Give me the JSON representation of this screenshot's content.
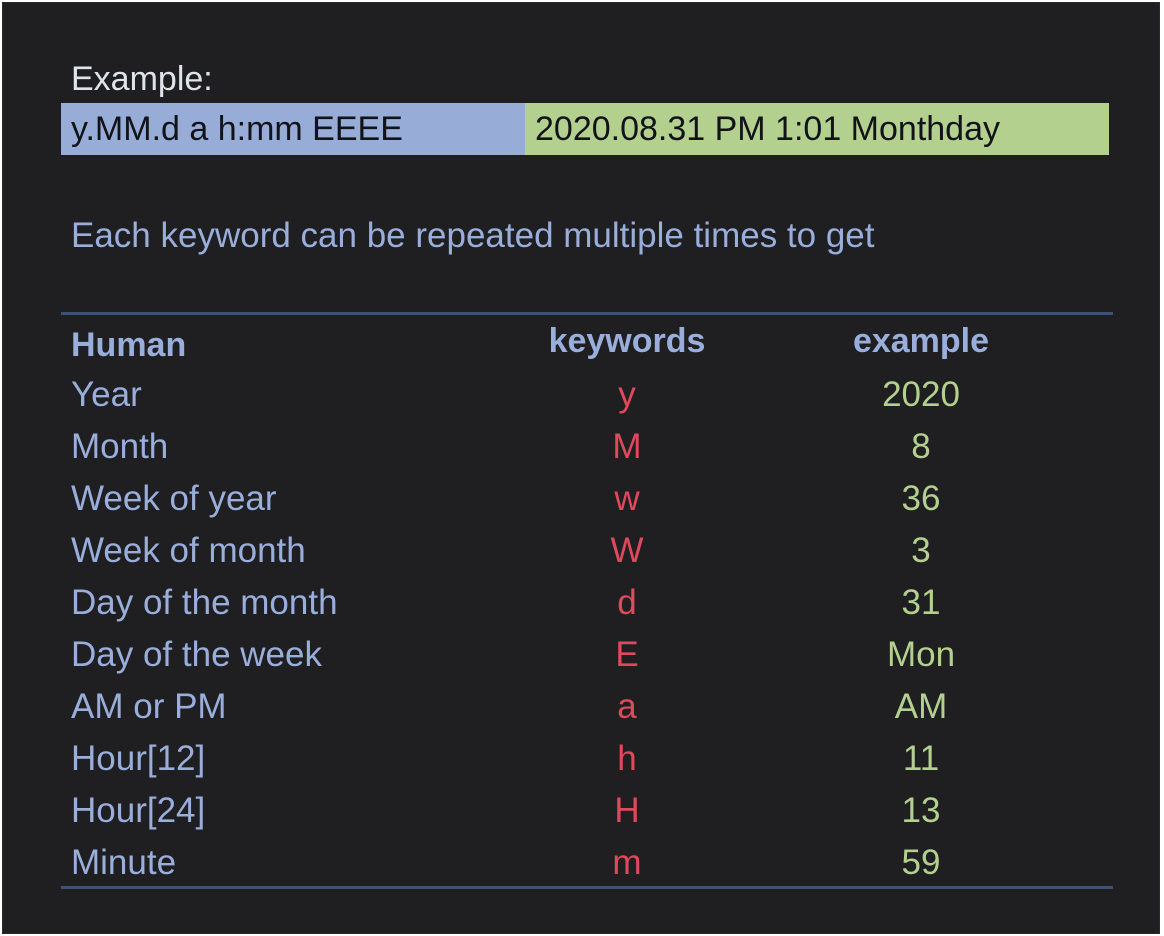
{
  "example": {
    "label": "Example:",
    "pattern": "y.MM.d a h:mm EEEE",
    "result": "2020.08.31 PM 1:01 Monthday"
  },
  "description": "Each keyword can be repeated multiple times to get",
  "table": {
    "headers": [
      "Human",
      "keywords",
      "example"
    ],
    "rows": [
      {
        "human": "Year",
        "keyword": "y",
        "example": "2020"
      },
      {
        "human": "Month",
        "keyword": "M",
        "example": "8"
      },
      {
        "human": "Week of year",
        "keyword": "w",
        "example": "36"
      },
      {
        "human": "Week of month",
        "keyword": "W",
        "example": "3"
      },
      {
        "human": "Day of the month",
        "keyword": "d",
        "example": "31"
      },
      {
        "human": "Day of the week",
        "keyword": "E",
        "example": "Mon"
      },
      {
        "human": "AM or PM",
        "keyword": "a",
        "example": "AM"
      },
      {
        "human": "Hour[12]",
        "keyword": "h",
        "example": "11"
      },
      {
        "human": "Hour[24]",
        "keyword": "H",
        "example": "13"
      },
      {
        "human": "Minute",
        "keyword": "m",
        "example": "59"
      }
    ]
  },
  "colors": {
    "background": "#1f1f22",
    "pattern_bg": "#97add8",
    "result_bg": "#b3d08f",
    "human_text": "#9aaedc",
    "keyword_text": "#e0485c",
    "example_text": "#b3d08f",
    "rule": "#3c5378"
  }
}
